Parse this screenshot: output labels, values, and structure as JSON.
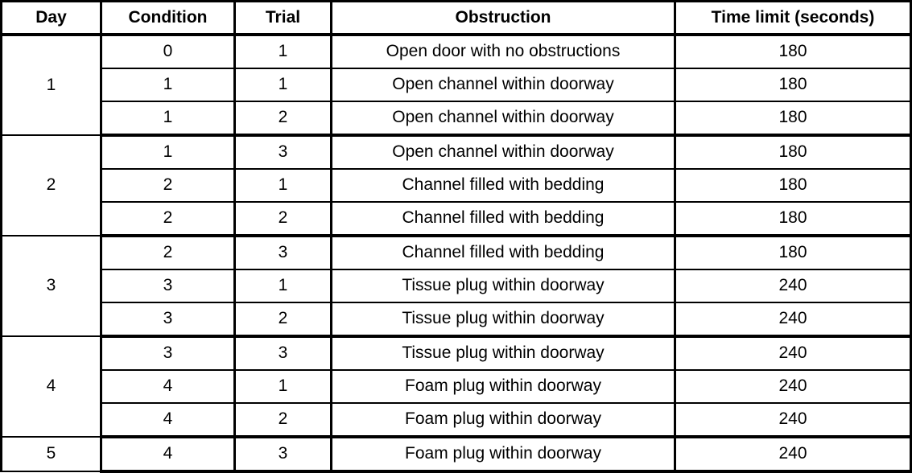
{
  "table": {
    "name": "experiment-schedule-table",
    "columns": [
      {
        "key": "day",
        "label": "Day"
      },
      {
        "key": "condition",
        "label": "Condition"
      },
      {
        "key": "trial",
        "label": "Trial"
      },
      {
        "key": "obstruction",
        "label": "Obstruction"
      },
      {
        "key": "time_limit",
        "label": "Time limit (seconds)"
      }
    ],
    "day_groups": [
      {
        "day": "1",
        "rows": 3
      },
      {
        "day": "2",
        "rows": 3
      },
      {
        "day": "3",
        "rows": 3
      },
      {
        "day": "4",
        "rows": 3
      },
      {
        "day": "5",
        "rows": 1
      }
    ],
    "rows": [
      {
        "day": "1",
        "condition": "0",
        "trial": "1",
        "obstruction": "Open door with no obstructions",
        "time_limit": "180"
      },
      {
        "day": "1",
        "condition": "1",
        "trial": "1",
        "obstruction": "Open channel within doorway",
        "time_limit": "180"
      },
      {
        "day": "1",
        "condition": "1",
        "trial": "2",
        "obstruction": "Open channel within doorway",
        "time_limit": "180"
      },
      {
        "day": "2",
        "condition": "1",
        "trial": "3",
        "obstruction": "Open channel within doorway",
        "time_limit": "180"
      },
      {
        "day": "2",
        "condition": "2",
        "trial": "1",
        "obstruction": "Channel filled with bedding",
        "time_limit": "180"
      },
      {
        "day": "2",
        "condition": "2",
        "trial": "2",
        "obstruction": "Channel filled with bedding",
        "time_limit": "180"
      },
      {
        "day": "3",
        "condition": "2",
        "trial": "3",
        "obstruction": "Channel filled with bedding",
        "time_limit": "180"
      },
      {
        "day": "3",
        "condition": "3",
        "trial": "1",
        "obstruction": "Tissue plug within doorway",
        "time_limit": "240"
      },
      {
        "day": "3",
        "condition": "3",
        "trial": "2",
        "obstruction": "Tissue plug within doorway",
        "time_limit": "240"
      },
      {
        "day": "4",
        "condition": "3",
        "trial": "3",
        "obstruction": "Tissue plug within doorway",
        "time_limit": "240"
      },
      {
        "day": "4",
        "condition": "4",
        "trial": "1",
        "obstruction": "Foam plug within doorway",
        "time_limit": "240"
      },
      {
        "day": "4",
        "condition": "4",
        "trial": "2",
        "obstruction": "Foam plug within doorway",
        "time_limit": "240"
      },
      {
        "day": "5",
        "condition": "4",
        "trial": "3",
        "obstruction": "Foam plug within doorway",
        "time_limit": "240"
      }
    ]
  },
  "colors": {
    "border": "#000000",
    "text": "#000000",
    "background": "#ffffff"
  }
}
